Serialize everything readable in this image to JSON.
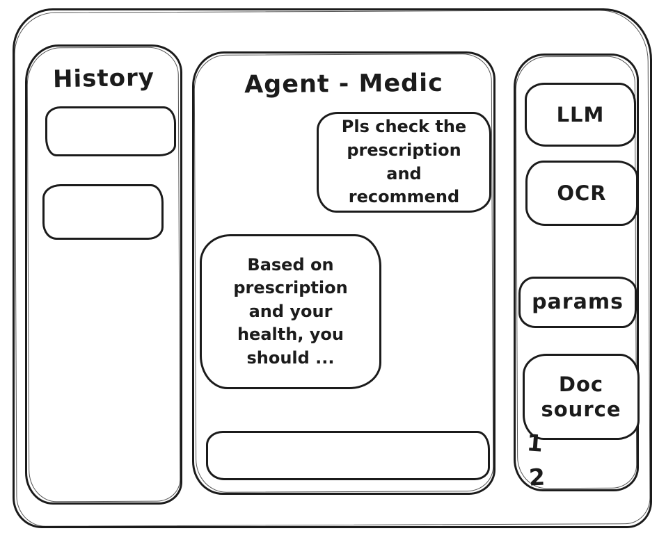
{
  "window": {
    "background_color": "#ffffff",
    "stroke_color": "#1b1b1b"
  },
  "history_panel": {
    "title": "History",
    "items": [
      {
        "label": ""
      },
      {
        "label": ""
      }
    ]
  },
  "chat_panel": {
    "title": "Agent - Medic",
    "messages": [
      {
        "role": "user",
        "text": "Pls check the prescription and recommend"
      },
      {
        "role": "assistant",
        "text": "Based on prescription and your health, you should ..."
      }
    ],
    "input_value": ""
  },
  "tools_panel": {
    "buttons": [
      {
        "label": "LLM"
      },
      {
        "label": "OCR"
      },
      {
        "label": "params"
      },
      {
        "label": "Doc source"
      }
    ],
    "doc_source_items": [
      {
        "label": "1"
      },
      {
        "label": "2"
      }
    ]
  }
}
